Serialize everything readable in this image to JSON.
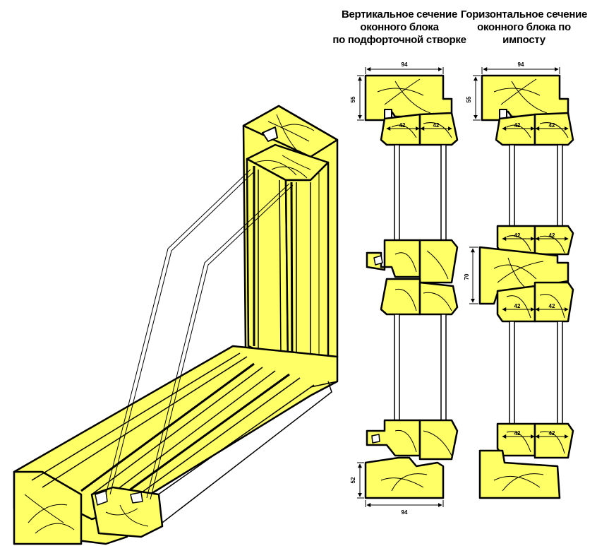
{
  "captions": {
    "vertical": [
      "Вертикальное сечение",
      "оконного блока",
      "по подфорточной створке"
    ],
    "horizontal": [
      "Горизонтальное сечение",
      "оконного блока по",
      "импосту"
    ]
  },
  "dimensions": {
    "v_top_width": "94",
    "v_top_height": "55",
    "v_sash_width_left": "42",
    "v_sash_width_right": "42",
    "v_bottom_height": "52",
    "v_bottom_width": "94",
    "h_top_width": "94",
    "h_top_height": "55",
    "h_sash_top_left": "42",
    "h_sash_top_right": "42",
    "h_sash_mid1_left": "42",
    "h_sash_mid1_right": "42",
    "h_impost_height": "70",
    "h_sash_mid2_left": "42",
    "h_sash_mid2_right": "42",
    "h_sash_bottom_left": "42",
    "h_sash_bottom_right": "42"
  },
  "colors": {
    "wood": "#FFFF66",
    "wood_shadow": "#E6E64D",
    "outline": "#000000",
    "background": "#FFFFFF"
  }
}
